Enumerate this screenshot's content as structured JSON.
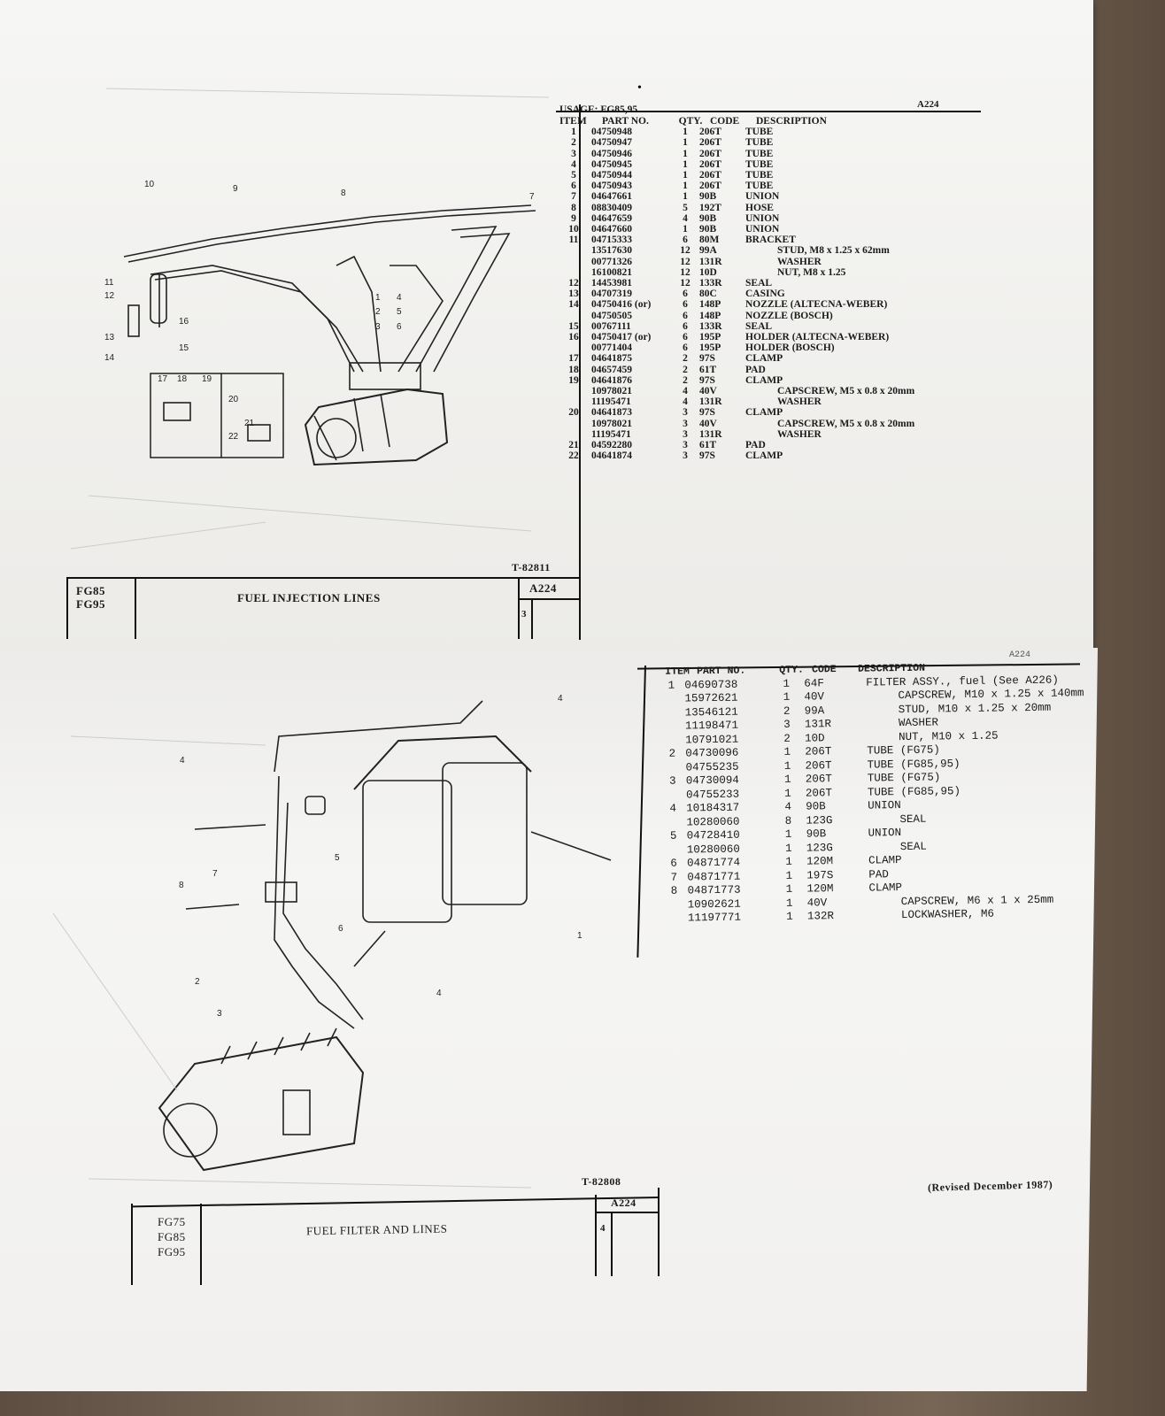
{
  "top_page": {
    "page_code": "A224",
    "usage": "USAGE: FG85,95",
    "columns": [
      "ITEM",
      "PART NO.",
      "QTY.",
      "CODE",
      "DESCRIPTION"
    ],
    "rows": [
      {
        "item": "1",
        "part": "04750948",
        "qty": "1",
        "code": "206T",
        "desc": "TUBE"
      },
      {
        "item": "2",
        "part": "04750947",
        "qty": "1",
        "code": "206T",
        "desc": "TUBE"
      },
      {
        "item": "3",
        "part": "04750946",
        "qty": "1",
        "code": "206T",
        "desc": "TUBE"
      },
      {
        "item": "4",
        "part": "04750945",
        "qty": "1",
        "code": "206T",
        "desc": "TUBE"
      },
      {
        "item": "5",
        "part": "04750944",
        "qty": "1",
        "code": "206T",
        "desc": "TUBE"
      },
      {
        "item": "6",
        "part": "04750943",
        "qty": "1",
        "code": "206T",
        "desc": "TUBE"
      },
      {
        "item": "7",
        "part": "04647661",
        "qty": "1",
        "code": "90B",
        "desc": "UNION"
      },
      {
        "item": "8",
        "part": "08830409",
        "qty": "5",
        "code": "192T",
        "desc": "HOSE"
      },
      {
        "item": "9",
        "part": "04647659",
        "qty": "4",
        "code": "90B",
        "desc": "UNION"
      },
      {
        "item": "10",
        "part": "04647660",
        "qty": "1",
        "code": "90B",
        "desc": "UNION"
      },
      {
        "item": "11",
        "part": "04715333",
        "qty": "6",
        "code": "80M",
        "desc": "BRACKET"
      },
      {
        "item": "",
        "part": "13517630",
        "qty": "12",
        "code": "99A",
        "desc": "STUD, M8 x 1.25 x 62mm",
        "sub": true
      },
      {
        "item": "",
        "part": "00771326",
        "qty": "12",
        "code": "131R",
        "desc": "WASHER",
        "sub": true
      },
      {
        "item": "",
        "part": "16100821",
        "qty": "12",
        "code": "10D",
        "desc": "NUT, M8 x 1.25",
        "sub": true
      },
      {
        "item": "12",
        "part": "14453981",
        "qty": "12",
        "code": "133R",
        "desc": "SEAL"
      },
      {
        "item": "13",
        "part": "04707319",
        "qty": "6",
        "code": "80C",
        "desc": "CASING"
      },
      {
        "item": "14",
        "part": "04750416 (or)",
        "qty": "6",
        "code": "148P",
        "desc": "NOZZLE (ALTECNA-WEBER)"
      },
      {
        "item": "",
        "part": "04750505",
        "qty": "6",
        "code": "148P",
        "desc": "NOZZLE (BOSCH)"
      },
      {
        "item": "15",
        "part": "00767111",
        "qty": "6",
        "code": "133R",
        "desc": "SEAL"
      },
      {
        "item": "16",
        "part": "04750417 (or)",
        "qty": "6",
        "code": "195P",
        "desc": "HOLDER (ALTECNA-WEBER)"
      },
      {
        "item": "",
        "part": "00771404",
        "qty": "6",
        "code": "195P",
        "desc": "HOLDER (BOSCH)"
      },
      {
        "item": "17",
        "part": "04641875",
        "qty": "2",
        "code": "97S",
        "desc": "CLAMP"
      },
      {
        "item": "18",
        "part": "04657459",
        "qty": "2",
        "code": "61T",
        "desc": "PAD"
      },
      {
        "item": "19",
        "part": "04641876",
        "qty": "2",
        "code": "97S",
        "desc": "CLAMP"
      },
      {
        "item": "",
        "part": "10978021",
        "qty": "4",
        "code": "40V",
        "desc": "CAPSCREW, M5 x 0.8 x 20mm",
        "sub": true
      },
      {
        "item": "",
        "part": "11195471",
        "qty": "4",
        "code": "131R",
        "desc": "WASHER",
        "sub": true
      },
      {
        "item": "20",
        "part": "04641873",
        "qty": "3",
        "code": "97S",
        "desc": "CLAMP"
      },
      {
        "item": "",
        "part": "10978021",
        "qty": "3",
        "code": "40V",
        "desc": "CAPSCREW, M5 x 0.8 x 20mm",
        "sub": true
      },
      {
        "item": "",
        "part": "11195471",
        "qty": "3",
        "code": "131R",
        "desc": "WASHER",
        "sub": true
      },
      {
        "item": "21",
        "part": "04592280",
        "qty": "3",
        "code": "61T",
        "desc": "PAD"
      },
      {
        "item": "22",
        "part": "04641874",
        "qty": "3",
        "code": "97S",
        "desc": "CLAMP"
      }
    ],
    "drawing_number": "T-82811",
    "models": [
      "FG85",
      "FG95"
    ],
    "title": "FUEL INJECTION LINES",
    "page_number": "3",
    "callouts": [
      "10",
      "9",
      "8",
      "7",
      "11",
      "12",
      "13",
      "14",
      "16",
      "15",
      "1",
      "2",
      "3",
      "4",
      "5",
      "6",
      "17",
      "18",
      "19",
      "20",
      "21",
      "22"
    ]
  },
  "bottom_page": {
    "page_code": "A224",
    "columns": [
      "ITEM",
      "PART NO.",
      "QTY.",
      "CODE",
      "DESCRIPTION"
    ],
    "rows": [
      {
        "item": "1",
        "part": "04690738",
        "qty": "1",
        "code": "64F",
        "desc": "FILTER ASSY., fuel (See A226)"
      },
      {
        "item": "",
        "part": "15972621",
        "qty": "1",
        "code": "40V",
        "desc": "CAPSCREW, M10 x 1.25 x 140mm",
        "sub": true
      },
      {
        "item": "",
        "part": "13546121",
        "qty": "2",
        "code": "99A",
        "desc": "STUD, M10 x 1.25 x 20mm",
        "sub": true
      },
      {
        "item": "",
        "part": "11198471",
        "qty": "3",
        "code": "131R",
        "desc": "WASHER",
        "sub": true
      },
      {
        "item": "",
        "part": "10791021",
        "qty": "2",
        "code": "10D",
        "desc": "NUT, M10 x 1.25",
        "sub": true
      },
      {
        "item": "2",
        "part": "04730096",
        "qty": "1",
        "code": "206T",
        "desc": "TUBE (FG75)"
      },
      {
        "item": "",
        "part": "04755235",
        "qty": "1",
        "code": "206T",
        "desc": "TUBE (FG85,95)"
      },
      {
        "item": "3",
        "part": "04730094",
        "qty": "1",
        "code": "206T",
        "desc": "TUBE (FG75)"
      },
      {
        "item": "",
        "part": "04755233",
        "qty": "1",
        "code": "206T",
        "desc": "TUBE (FG85,95)"
      },
      {
        "item": "4",
        "part": "10184317",
        "qty": "4",
        "code": "90B",
        "desc": "UNION"
      },
      {
        "item": "",
        "part": "10280060",
        "qty": "8",
        "code": "123G",
        "desc": "SEAL",
        "sub": true
      },
      {
        "item": "5",
        "part": "04728410",
        "qty": "1",
        "code": "90B",
        "desc": "UNION"
      },
      {
        "item": "",
        "part": "10280060",
        "qty": "1",
        "code": "123G",
        "desc": "SEAL",
        "sub": true
      },
      {
        "item": "6",
        "part": "04871774",
        "qty": "1",
        "code": "120M",
        "desc": "CLAMP"
      },
      {
        "item": "7",
        "part": "04871771",
        "qty": "1",
        "code": "197S",
        "desc": "PAD"
      },
      {
        "item": "8",
        "part": "04871773",
        "qty": "1",
        "code": "120M",
        "desc": "CLAMP"
      },
      {
        "item": "",
        "part": "10902621",
        "qty": "1",
        "code": "40V",
        "desc": "CAPSCREW, M6 x 1 x 25mm",
        "sub": true
      },
      {
        "item": "",
        "part": "11197771",
        "qty": "1",
        "code": "132R",
        "desc": "LOCKWASHER, M6",
        "sub": true
      }
    ],
    "drawing_number": "T-82808",
    "revision": "(Revised December 1987)",
    "models": [
      "FG75",
      "FG85",
      "FG95"
    ],
    "title": "FUEL FILTER AND LINES",
    "page_number": "4",
    "callouts": [
      "4",
      "4",
      "5",
      "7",
      "8",
      "6",
      "2",
      "3",
      "4",
      "1"
    ]
  },
  "colors": {
    "ink": "#1a1a1a",
    "paper": "#f3f3f1",
    "wood": "#6b5a4a"
  }
}
